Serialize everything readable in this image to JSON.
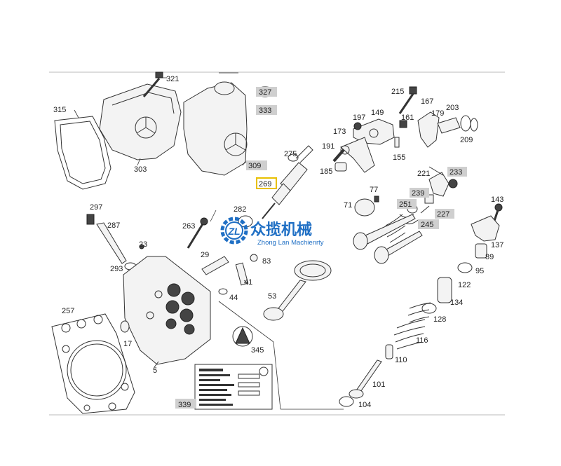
{
  "watermark": {
    "logo_text": "ZL",
    "company_cn": "众揽机械",
    "company_en": "Zhong Lan Machienrty"
  },
  "selected_label": "269",
  "highlighted_labels": [
    "327",
    "333",
    "309",
    "233",
    "239",
    "251",
    "227",
    "245",
    "339"
  ],
  "labels": [
    "321",
    "315",
    "303",
    "327",
    "333",
    "309",
    "215",
    "167",
    "179",
    "203",
    "197",
    "149",
    "161",
    "173",
    "191",
    "209",
    "155",
    "275",
    "185",
    "269",
    "221",
    "233",
    "77",
    "239",
    "251",
    "227",
    "245",
    "71",
    "143",
    "297",
    "282",
    "287",
    "263",
    "137",
    "23",
    "29",
    "89",
    "293",
    "83",
    "95",
    "41",
    "122",
    "44",
    "53",
    "134",
    "257",
    "128",
    "17",
    "116",
    "345",
    "5",
    "110",
    "101",
    "339",
    "104"
  ]
}
